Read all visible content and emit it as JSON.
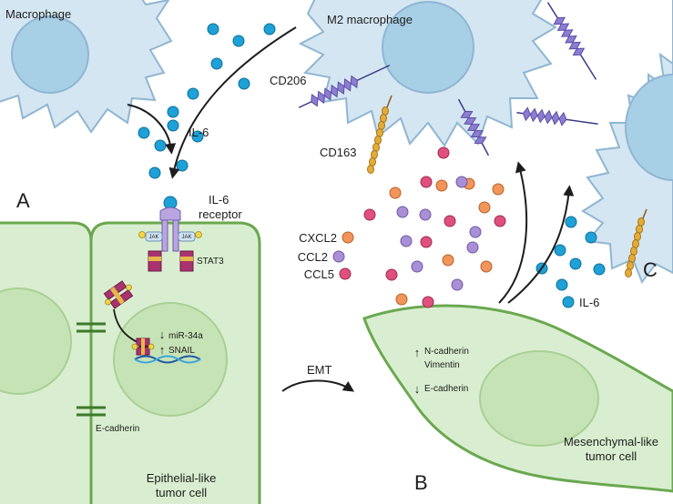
{
  "labels": {
    "macrophage": "Macrophage",
    "m2_macrophage": "M2 macrophage",
    "il6_top": "IL-6",
    "il6_receptor_line1": "IL-6",
    "il6_receptor_line2": "receptor",
    "stat3": "STAT3",
    "jak_left": "JAK",
    "jak_right": "JAK",
    "cd206": "CD206",
    "cd163": "CD163",
    "cxcl2": "CXCL2",
    "ccl2": "CCL2",
    "ccl5": "CCL5",
    "il6_legend": "IL-6",
    "mir34a": "miR-34a",
    "snail": "SNAIL",
    "e_cadherin_junction": "E-cadherin",
    "epithelial_line1": "Epithelial-like",
    "epithelial_line2": "tumor cell",
    "emt": "EMT",
    "n_cadherin": "N-cadherin",
    "vimentin": "Vimentin",
    "e_cadherin_mes": "E-cadherin",
    "mesenchymal_line1": "Mesenchymal-like",
    "mesenchymal_line2": "tumor cell",
    "panel_a": "A",
    "panel_b": "B",
    "panel_c": "C"
  },
  "colors": {
    "macrophage_fill": "#d4e6f1",
    "macrophage_stroke": "#8fb6d2",
    "nucleus_blue": "#a7cfe6",
    "tumor_fill": "#d9eed0",
    "tumor_stroke": "#6aa84f",
    "tumor_nucleus": "#c6e3b6",
    "il6_ball": "#1ea1d6",
    "cxcl2_ball": "#f2955a",
    "ccl2_ball": "#a98fd6",
    "ccl5_ball": "#e0507e",
    "cd206": "#7b6cc4",
    "cd163": "#d8a032",
    "stat3": "#a8336e",
    "jak": "#cfe4f3"
  }
}
